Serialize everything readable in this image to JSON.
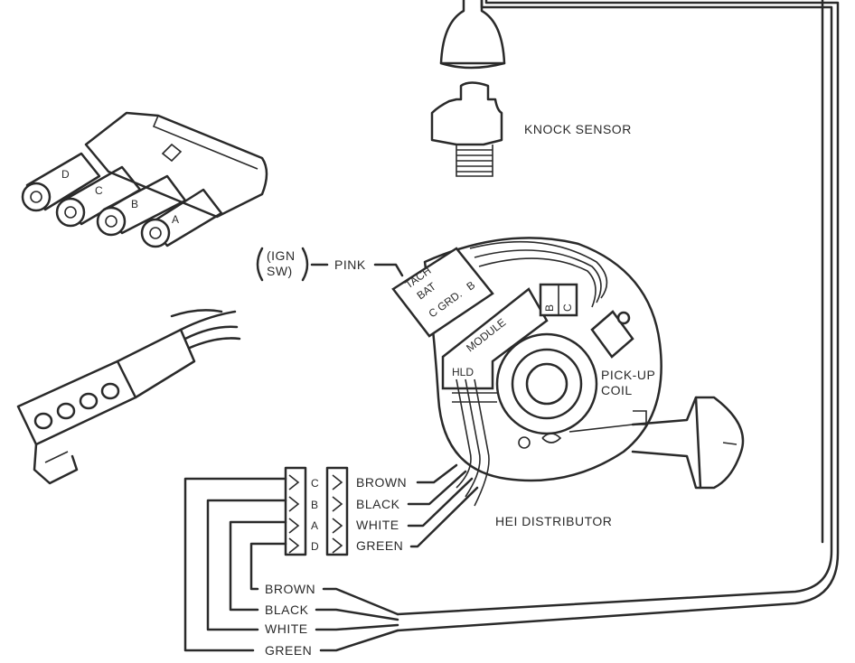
{
  "labels": {
    "knock_sensor": "KNOCK SENSOR",
    "ign_line1": "(IGN",
    "ign_line2": "SW)",
    "pink": "PINK",
    "tach": "TACH",
    "bat": "BAT",
    "c_grd": "C GRD.",
    "b": "B",
    "module": "MODULE",
    "bc_b": "B",
    "bc_c": "C",
    "hld": "HLD",
    "pickup_line1": "PICK-UP",
    "pickup_line2": "COIL",
    "hei_distributor": "HEI DISTRIBUTOR"
  },
  "plug_pins": [
    "D",
    "C",
    "B",
    "A"
  ],
  "connector_letters": [
    "C",
    "B",
    "A",
    "D"
  ],
  "distributor_wires": [
    "BROWN",
    "BLACK",
    "WHITE",
    "GREEN"
  ],
  "harness_wires": [
    "BROWN",
    "BLACK",
    "WHITE",
    "GREEN"
  ]
}
